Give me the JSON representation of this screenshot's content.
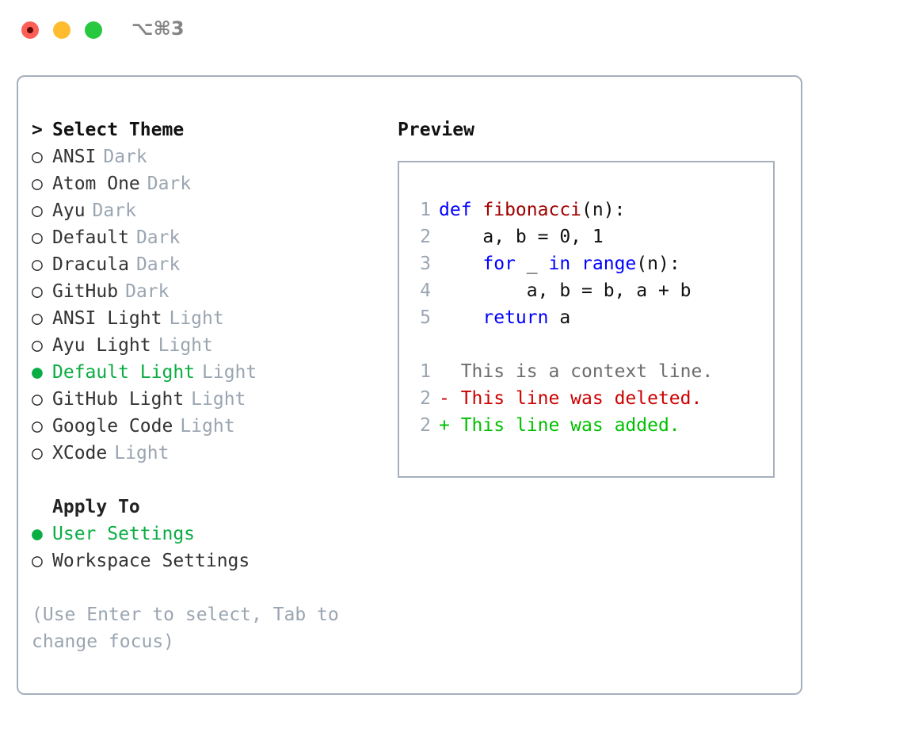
{
  "titlebar": {
    "shortcut": "⌥⌘3",
    "buttons": [
      {
        "name": "close",
        "color": "#fd5f57"
      },
      {
        "name": "minimize",
        "color": "#febc2e"
      },
      {
        "name": "zoom",
        "color": "#28c840"
      }
    ]
  },
  "theme_picker": {
    "heading_prefix": ">",
    "heading": "Select Theme",
    "bullet_unselected": "○",
    "bullet_selected": "●",
    "items": [
      {
        "name": "ANSI",
        "kind": "Dark",
        "selected": false
      },
      {
        "name": "Atom One",
        "kind": "Dark",
        "selected": false
      },
      {
        "name": "Ayu",
        "kind": "Dark",
        "selected": false
      },
      {
        "name": "Default",
        "kind": "Dark",
        "selected": false
      },
      {
        "name": "Dracula",
        "kind": "Dark",
        "selected": false
      },
      {
        "name": "GitHub",
        "kind": "Dark",
        "selected": false
      },
      {
        "name": "ANSI Light",
        "kind": "Light",
        "selected": false
      },
      {
        "name": "Ayu Light",
        "kind": "Light",
        "selected": false
      },
      {
        "name": "Default Light",
        "kind": "Light",
        "selected": true
      },
      {
        "name": "GitHub Light",
        "kind": "Light",
        "selected": false
      },
      {
        "name": "Google Code",
        "kind": "Light",
        "selected": false
      },
      {
        "name": "XCode",
        "kind": "Light",
        "selected": false
      }
    ]
  },
  "apply_to": {
    "heading": "Apply To",
    "options": [
      {
        "label": "User Settings",
        "selected": true
      },
      {
        "label": "Workspace Settings",
        "selected": false
      }
    ]
  },
  "hint": "(Use Enter to select, Tab to change focus)",
  "preview": {
    "title": "Preview",
    "code_lines": [
      {
        "no": "1",
        "tokens": [
          {
            "t": "def ",
            "c": "kw"
          },
          {
            "t": "fibonacci",
            "c": "fnname"
          },
          {
            "t": "(n):",
            "c": "plain"
          }
        ]
      },
      {
        "no": "2",
        "tokens": [
          {
            "t": "    a, b = 0, 1",
            "c": "plain"
          }
        ]
      },
      {
        "no": "3",
        "tokens": [
          {
            "t": "    ",
            "c": "plain"
          },
          {
            "t": "for",
            "c": "kw"
          },
          {
            "t": " _ ",
            "c": "plain"
          },
          {
            "t": "in",
            "c": "kw"
          },
          {
            "t": " ",
            "c": "plain"
          },
          {
            "t": "range",
            "c": "kw"
          },
          {
            "t": "(n):",
            "c": "plain"
          }
        ]
      },
      {
        "no": "4",
        "tokens": [
          {
            "t": "        a, b = b, a + b",
            "c": "plain"
          }
        ]
      },
      {
        "no": "5",
        "tokens": [
          {
            "t": "    ",
            "c": "plain"
          },
          {
            "t": "return",
            "c": "kw"
          },
          {
            "t": " a",
            "c": "plain"
          }
        ]
      }
    ],
    "diff_lines": [
      {
        "no": "1",
        "marker": " ",
        "text": " This is a context line.",
        "cls": "diff-ctx"
      },
      {
        "no": "2",
        "marker": "-",
        "text": " This line was deleted.",
        "cls": "diff-del"
      },
      {
        "no": "2",
        "marker": "+",
        "text": " This line was added.",
        "cls": "diff-add"
      }
    ]
  },
  "colors": {
    "accent_green": "#0aad43",
    "muted_gray": "#9aa5b1",
    "border": "#a6b0bd",
    "keyword_blue": "#0000ff",
    "function_red": "#a10000",
    "diff_delete": "#cc0000",
    "diff_add": "#00c000"
  }
}
